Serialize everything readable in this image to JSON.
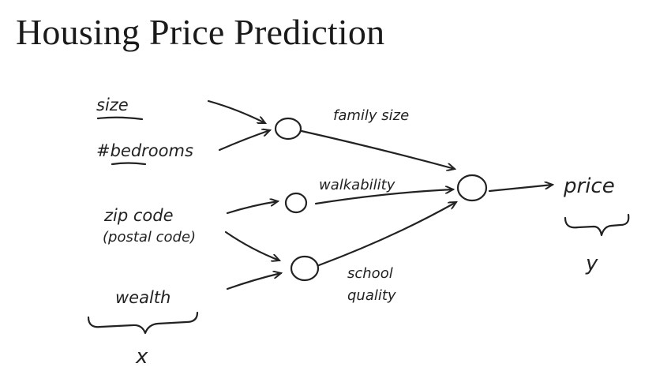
{
  "title": "Housing Price Prediction",
  "inputs": {
    "size": "size",
    "bedrooms": "#bedrooms",
    "zip_code": "zip code",
    "postal_code": "(postal code)",
    "wealth": "wealth"
  },
  "features": {
    "family_size": "family size",
    "walkability": "walkability",
    "school": "school",
    "quality": "quality"
  },
  "output": {
    "price": "price"
  },
  "annotations": {
    "x": "x",
    "y": "y"
  },
  "colors": {
    "ink": "#222222",
    "background": "#ffffff"
  }
}
